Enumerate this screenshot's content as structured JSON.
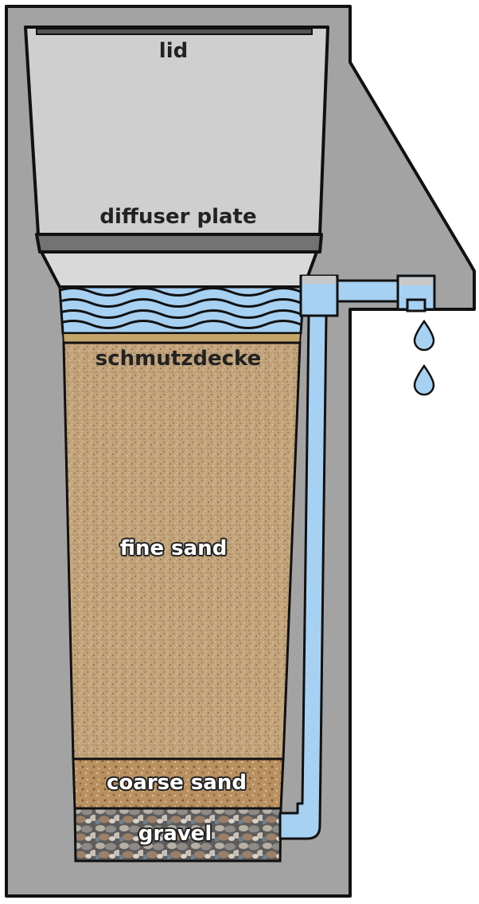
{
  "labels": {
    "lid": "lid",
    "diffuser_plate": "diffuser plate",
    "schmutzdecke": "schmutzdecke",
    "fine_sand": "fine sand",
    "coarse_sand": "coarse sand",
    "gravel": "gravel"
  },
  "colors": {
    "housing": "#a3a3a3",
    "lid": "#cfcfcf",
    "diffuser_plate": "#737373",
    "chamber": "#d9d9d9",
    "water": "#a7d1f2",
    "schmutzdecke": "#c4a56a",
    "fine_sand": "#c2a37a",
    "coarse_sand": "#b9905f",
    "gravel": "#8a8a8a",
    "outline": "#111111"
  },
  "icons": [
    "water-drop-icon",
    "water-drop-icon"
  ]
}
